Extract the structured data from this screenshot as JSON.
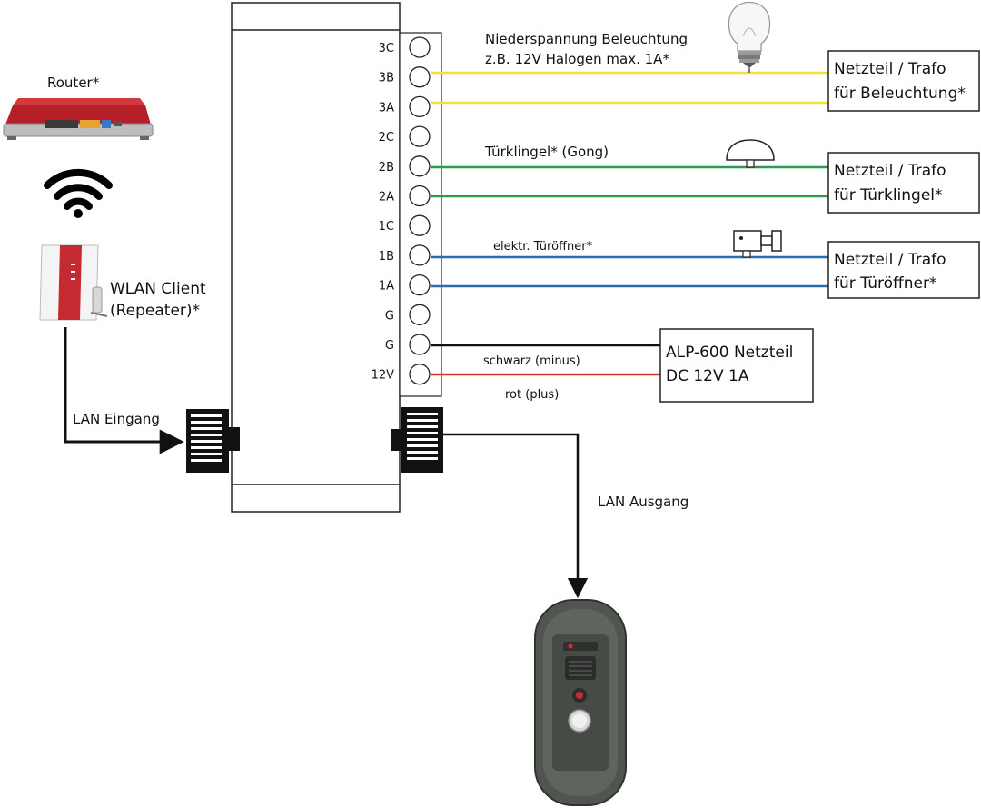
{
  "devices": {
    "router_label": "Router*",
    "wlan_client_line1": "WLAN Client",
    "wlan_client_line2": "(Repeater)*"
  },
  "terminals": [
    "3C",
    "3B",
    "3A",
    "2C",
    "2B",
    "2A",
    "1C",
    "1B",
    "1A",
    "G",
    "G",
    "12V"
  ],
  "lan": {
    "input_label": "LAN Eingang",
    "output_label": "LAN Ausgang"
  },
  "wiring": {
    "lighting_line1": "Niederspannung Beleuchtung",
    "lighting_line2": "z.B. 12V Halogen max. 1A*",
    "doorbell": "Türklingel* (Gong)",
    "door_opener": "elektr. Türöffner*",
    "black_wire": "schwarz (minus)",
    "red_wire": "rot (plus)"
  },
  "power_supplies": {
    "lighting": [
      "Netzteil / Trafo",
      "für Beleuchtung*"
    ],
    "doorbell": [
      "Netzteil / Trafo",
      "für Türklingel*"
    ],
    "door_opener": [
      "Netzteil / Trafo",
      "für Türöffner*"
    ],
    "main": [
      "ALP-600 Netzteil",
      "DC 12V 1A"
    ]
  },
  "colors": {
    "yellow_wire": "#f5e03a",
    "green_wire": "#2f9a4a",
    "blue_wire": "#2b6cb0",
    "black_wire": "#111111",
    "red_wire": "#d9302c"
  }
}
